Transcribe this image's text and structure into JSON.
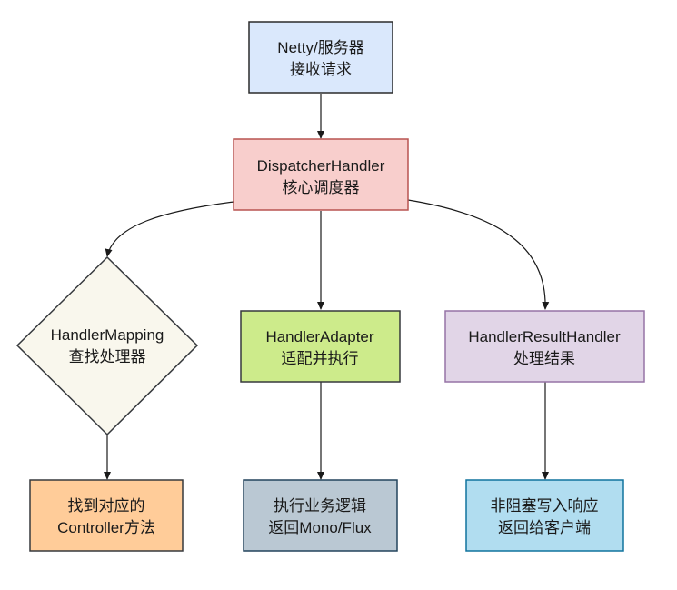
{
  "nodes": {
    "netty": {
      "lines": [
        "Netty/服务器",
        "接收请求"
      ],
      "fill": "#dae8fc",
      "stroke": "#2b2b2b"
    },
    "dispatcher": {
      "lines": [
        "DispatcherHandler",
        "核心调度器"
      ],
      "fill": "#f8cecc",
      "stroke": "#b85450"
    },
    "mapping": {
      "lines": [
        "HandlerMapping",
        "查找处理器"
      ],
      "fill": "#f9f7ed",
      "stroke": "#36393d"
    },
    "adapter": {
      "lines": [
        "HandlerAdapter",
        "适配并执行"
      ],
      "fill": "#cdeb8b",
      "stroke": "#36393d"
    },
    "result": {
      "lines": [
        "HandlerResultHandler",
        "处理结果"
      ],
      "fill": "#e1d5e7",
      "stroke": "#9673a6"
    },
    "controller": {
      "lines": [
        "找到对应的",
        "Controller方法"
      ],
      "fill": "#ffcc99",
      "stroke": "#36393d"
    },
    "logic": {
      "lines": [
        "执行业务逻辑",
        "返回Mono/Flux"
      ],
      "fill": "#bac8d3",
      "stroke": "#23445d"
    },
    "write": {
      "lines": [
        "非阻塞写入响应",
        "返回给客户端"
      ],
      "fill": "#b1ddf0",
      "stroke": "#10739e"
    }
  },
  "edges": [
    {
      "from": "netty",
      "to": "dispatcher"
    },
    {
      "from": "dispatcher",
      "to": "mapping"
    },
    {
      "from": "dispatcher",
      "to": "adapter"
    },
    {
      "from": "dispatcher",
      "to": "result"
    },
    {
      "from": "mapping",
      "to": "controller"
    },
    {
      "from": "adapter",
      "to": "logic"
    },
    {
      "from": "result",
      "to": "write"
    }
  ]
}
